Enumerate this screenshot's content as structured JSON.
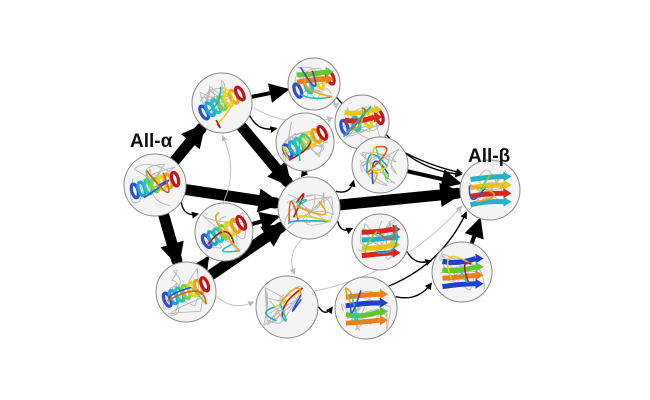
{
  "labels": {
    "all_alpha": "All-α",
    "all_beta": "All-β"
  },
  "colors": {
    "node_border": "#8a8a8a",
    "node_fill": "#f4f4f4",
    "arrow": "#000000",
    "weak_arrow": "#bdbdbd",
    "helix_palette": [
      "#2b4fd6",
      "#1aa7e0",
      "#1fc7b4",
      "#7bd23a",
      "#e8d21a",
      "#f0a21a",
      "#e05a1a",
      "#c0161a"
    ],
    "strand_palette": [
      "#1e3fd0",
      "#27b0c8",
      "#5fc92e",
      "#e7c516",
      "#ef7d18",
      "#d8261c"
    ]
  },
  "nodes": [
    {
      "id": "n-alpha-source",
      "kind": "helix"
    },
    {
      "id": "n-upper-left",
      "kind": "helix"
    },
    {
      "id": "n-top-a",
      "kind": "mixed"
    },
    {
      "id": "n-top-b",
      "kind": "mixed"
    },
    {
      "id": "n-mid-upper",
      "kind": "helix"
    },
    {
      "id": "n-mid-right-upper",
      "kind": "coil"
    },
    {
      "id": "n-hub",
      "kind": "coil"
    },
    {
      "id": "n-mid-left",
      "kind": "helix"
    },
    {
      "id": "n-bottom-left",
      "kind": "helix"
    },
    {
      "id": "n-bottom-mid",
      "kind": "coil"
    },
    {
      "id": "n-bottom-right",
      "kind": "strand"
    },
    {
      "id": "n-mid-right-lower",
      "kind": "strand"
    },
    {
      "id": "n-beta-lower",
      "kind": "strand"
    },
    {
      "id": "n-beta-sink",
      "kind": "strand"
    }
  ],
  "edges": [
    {
      "from": "n-alpha-source",
      "to": "n-upper-left",
      "weight": "heavy"
    },
    {
      "from": "n-alpha-source",
      "to": "n-hub",
      "weight": "heavy"
    },
    {
      "from": "n-alpha-source",
      "to": "n-bottom-left",
      "weight": "heavy"
    },
    {
      "from": "n-alpha-source",
      "to": "n-mid-left",
      "weight": "light"
    },
    {
      "from": "n-upper-left",
      "to": "n-hub",
      "weight": "heavy"
    },
    {
      "from": "n-upper-left",
      "to": "n-top-a",
      "weight": "medium"
    },
    {
      "from": "n-upper-left",
      "to": "n-mid-upper",
      "weight": "light"
    },
    {
      "from": "n-upper-left",
      "to": "n-top-b",
      "weight": "faint"
    },
    {
      "from": "n-top-a",
      "to": "n-beta-sink",
      "weight": "light"
    },
    {
      "from": "n-top-a",
      "to": "n-top-b",
      "weight": "faint"
    },
    {
      "from": "n-top-b",
      "to": "n-beta-sink",
      "weight": "light"
    },
    {
      "from": "n-mid-upper",
      "to": "n-hub",
      "weight": "light"
    },
    {
      "from": "n-mid-right-upper",
      "to": "n-beta-sink",
      "weight": "medium"
    },
    {
      "from": "n-hub",
      "to": "n-beta-sink",
      "weight": "heavy"
    },
    {
      "from": "n-hub",
      "to": "n-mid-right-upper",
      "weight": "light"
    },
    {
      "from": "n-hub",
      "to": "n-mid-right-lower",
      "weight": "light"
    },
    {
      "from": "n-hub",
      "to": "n-bottom-mid",
      "weight": "faint"
    },
    {
      "from": "n-mid-left",
      "to": "n-hub",
      "weight": "medium"
    },
    {
      "from": "n-mid-left",
      "to": "n-upper-left",
      "weight": "faint"
    },
    {
      "from": "n-bottom-left",
      "to": "n-hub",
      "weight": "heavy"
    },
    {
      "from": "n-bottom-left",
      "to": "n-mid-left",
      "weight": "medium"
    },
    {
      "from": "n-bottom-left",
      "to": "n-bottom-mid",
      "weight": "faint"
    },
    {
      "from": "n-bottom-mid",
      "to": "n-bottom-right",
      "weight": "light"
    },
    {
      "from": "n-bottom-right",
      "to": "n-beta-lower",
      "weight": "light"
    },
    {
      "from": "n-bottom-right",
      "to": "n-beta-sink",
      "weight": "light"
    },
    {
      "from": "n-mid-right-lower",
      "to": "n-beta-lower",
      "weight": "light"
    },
    {
      "from": "n-beta-lower",
      "to": "n-beta-sink",
      "weight": "medium"
    },
    {
      "from": "n-bottom-mid",
      "to": "n-beta-sink",
      "weight": "faint"
    }
  ]
}
